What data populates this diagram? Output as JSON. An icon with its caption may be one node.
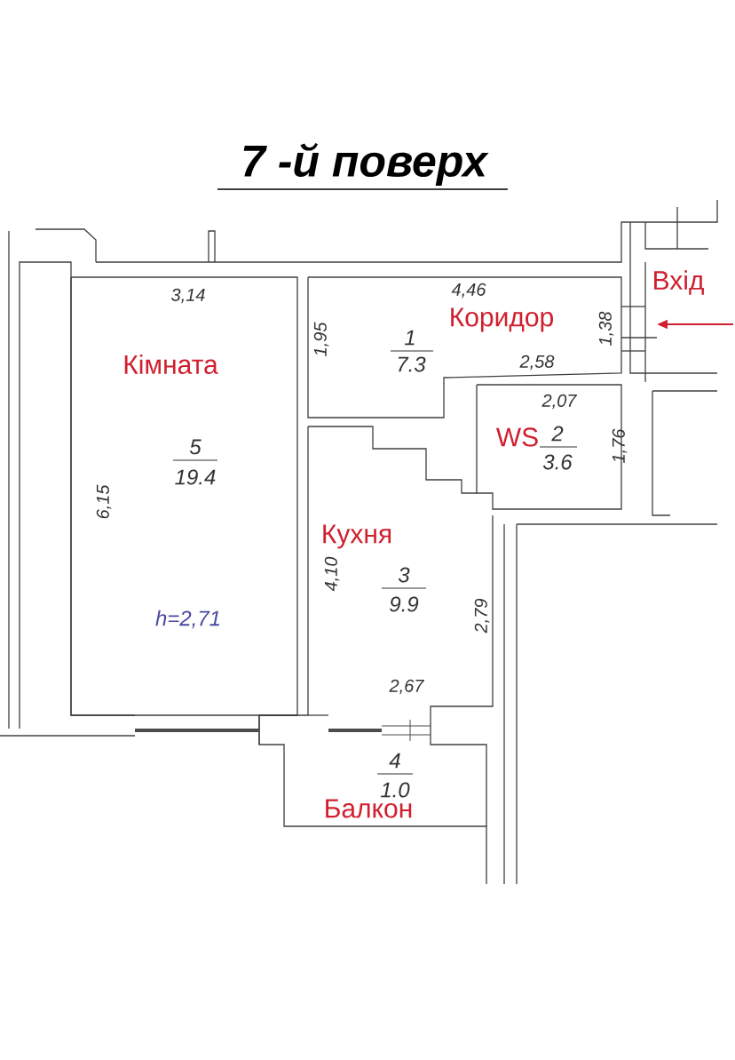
{
  "diagram": {
    "title": "7 -й поверх",
    "labels": [
      "Вхід",
      "3,14",
      "4,46",
      "1",
      "Коридор",
      "1,38",
      "7.3",
      "Кімната",
      "1,95",
      "2,58",
      "2,07",
      "WS",
      "2",
      "1,76",
      "3.6",
      "5",
      "19.4",
      "6,15",
      "Кухня",
      "4,10",
      "3",
      "9.9",
      "2,79",
      "h=2,71",
      "2,67",
      "4",
      "1.0",
      "Балкон"
    ]
  }
}
